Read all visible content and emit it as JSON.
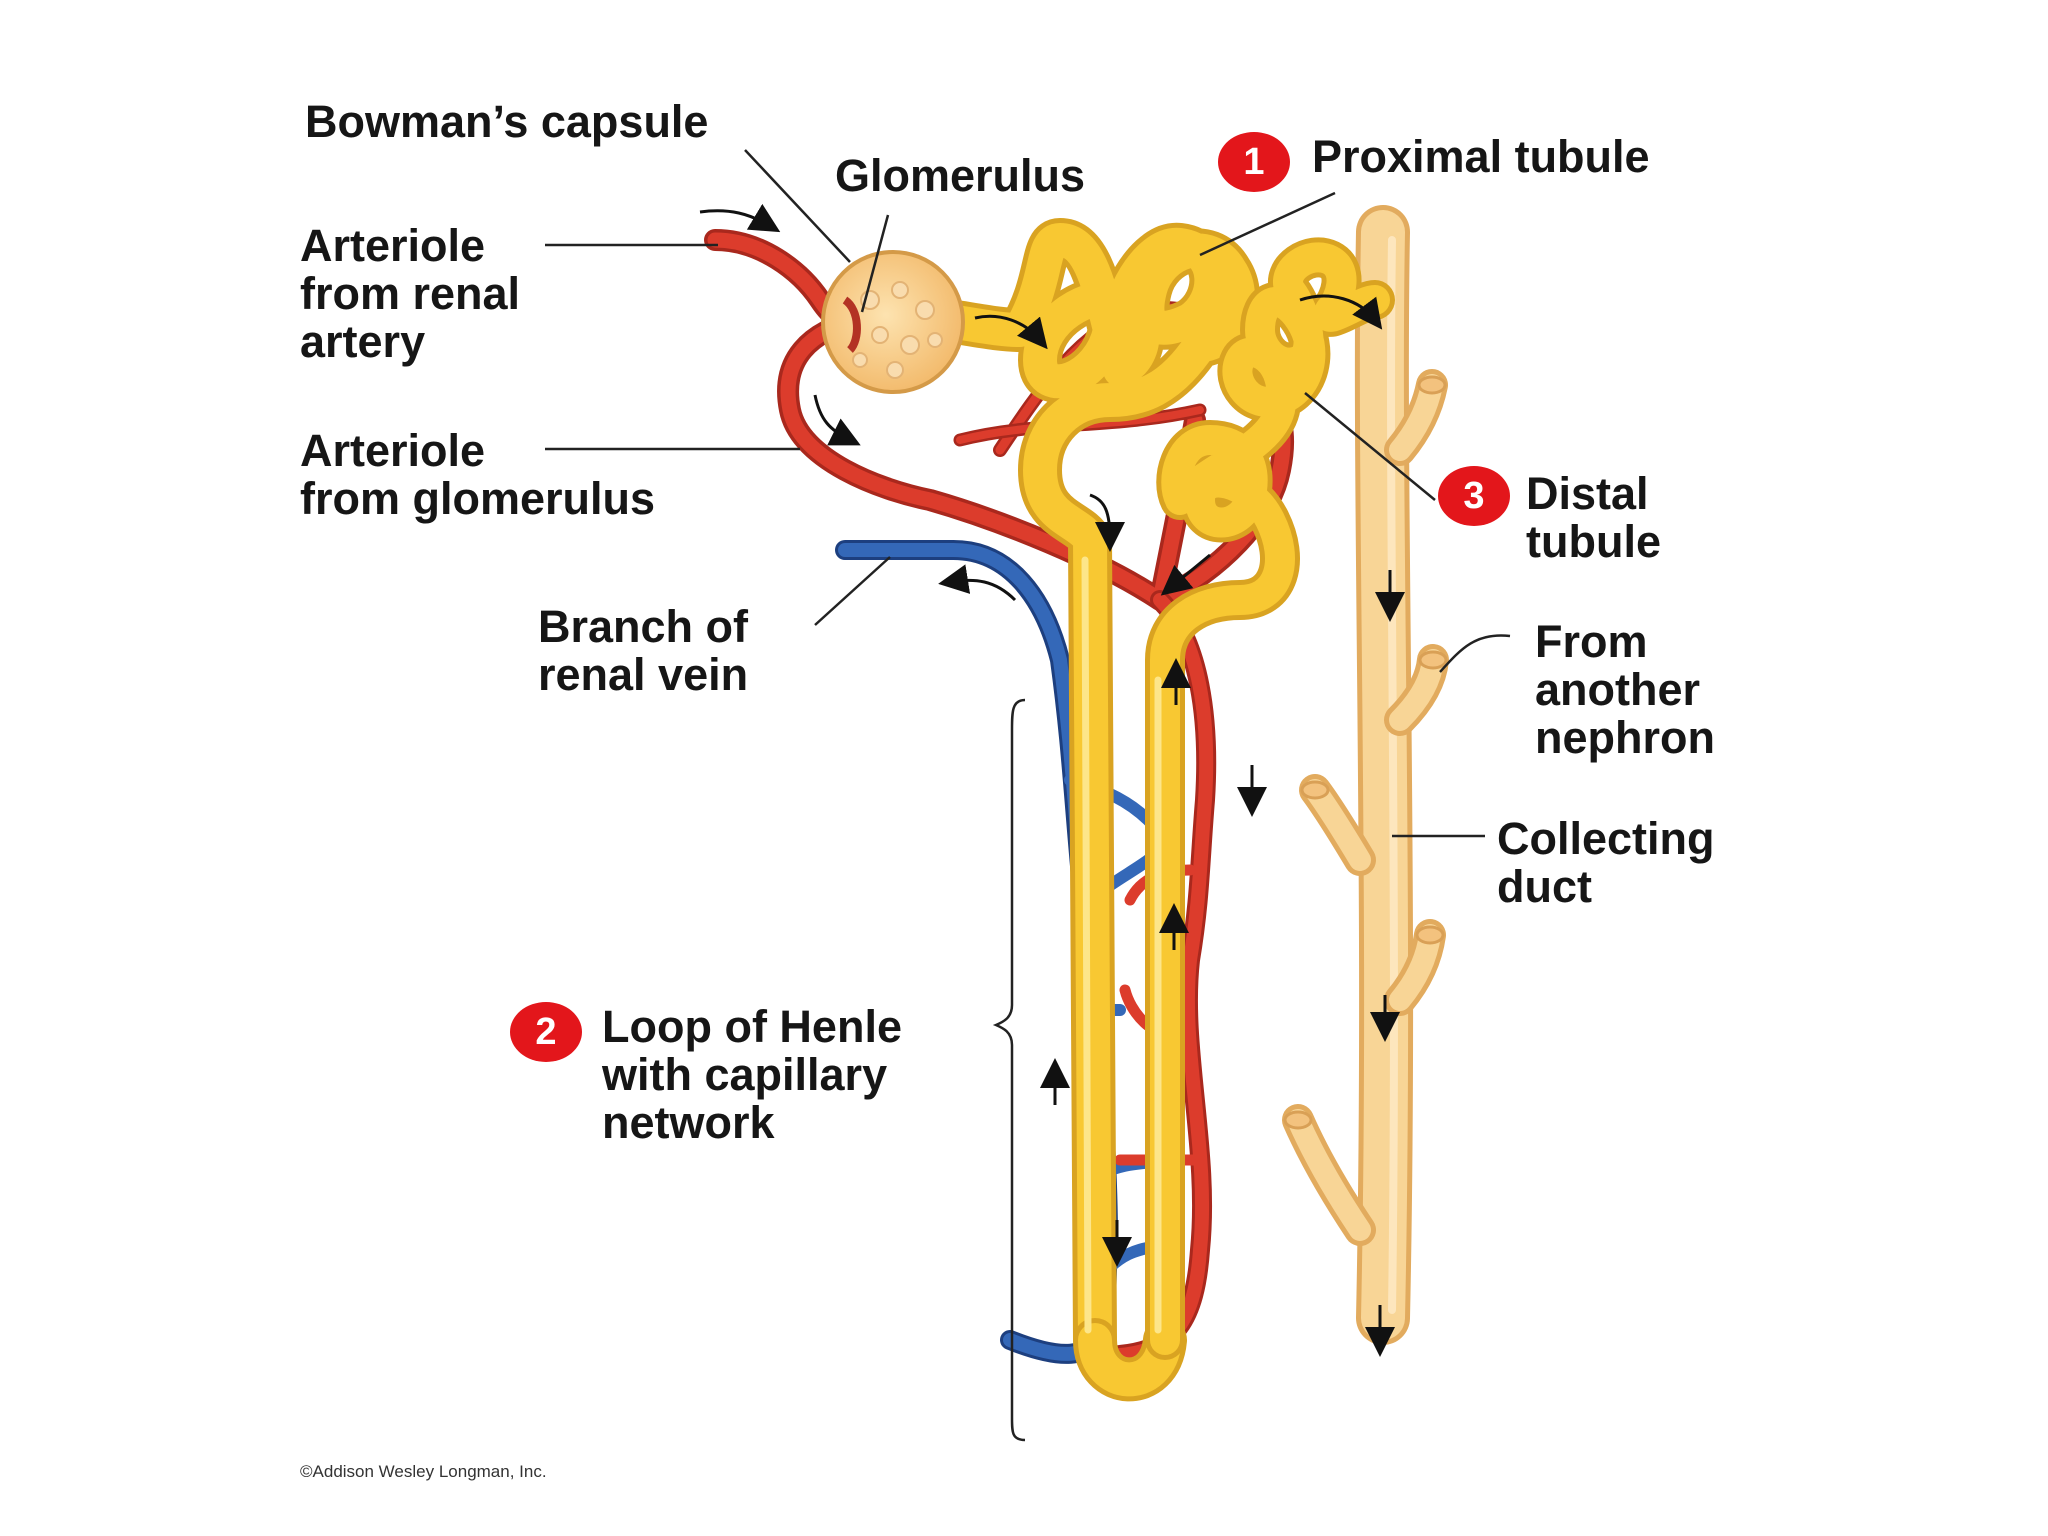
{
  "labels": {
    "bowmans_capsule": "Bowman’s capsule",
    "glomerulus": "Glomerulus",
    "proximal_tubule": "Proximal tubule",
    "arteriole_renal_artery": [
      "Arteriole",
      "from renal",
      "artery"
    ],
    "arteriole_glomerulus": [
      "Arteriole",
      "from glomerulus"
    ],
    "distal_tubule": [
      "Distal",
      "tubule"
    ],
    "branch_renal_vein": [
      "Branch of",
      "renal vein"
    ],
    "from_another_nephron": [
      "From",
      "another",
      "nephron"
    ],
    "collecting_duct": [
      "Collecting",
      "duct"
    ],
    "loop_of_henle": [
      "Loop of Henle",
      "with capillary",
      "network"
    ]
  },
  "badges": {
    "proximal": "1",
    "loop": "2",
    "distal": "3"
  },
  "copyright": "©Addison Wesley Longman, Inc.",
  "colors": {
    "tubule_yellow": "#f7c83a",
    "tubule_outline": "#e0a020",
    "artery_red": "#d9392b",
    "vein_blue": "#2f5ca8",
    "collecting_duct": "#f8cd80",
    "badge_red": "#e3161b"
  }
}
